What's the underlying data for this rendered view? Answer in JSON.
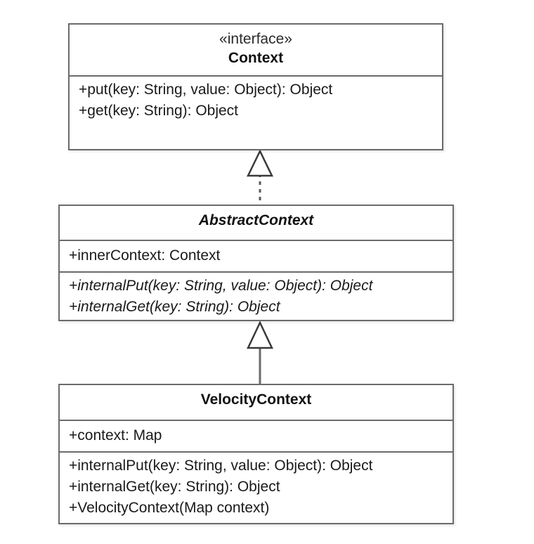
{
  "diagram": {
    "kind": "uml-class-diagram",
    "background_color": "#ffffff",
    "border_color": "#6b6b6b",
    "text_color": "#1a1a1a",
    "classes": [
      {
        "id": "Context",
        "stereotype": "«interface»",
        "name": "Context",
        "is_abstract": false,
        "attributes": [],
        "operations": [
          "+put(key: String, value: Object): Object",
          "+get(key: String): Object"
        ]
      },
      {
        "id": "AbstractContext",
        "stereotype": "",
        "name": "AbstractContext",
        "is_abstract": true,
        "attributes": [
          "+innerContext: Context"
        ],
        "operations": [
          "+internalPut(key: String, value: Object): Object",
          "+internalGet(key: String): Object"
        ]
      },
      {
        "id": "VelocityContext",
        "stereotype": "",
        "name": "VelocityContext",
        "is_abstract": false,
        "attributes": [
          "+context: Map"
        ],
        "operations": [
          "+internalPut(key: String, value: Object): Object",
          "+internalGet(key: String): Object",
          "+VelocityContext(Map context)"
        ]
      }
    ],
    "relationships": [
      {
        "id": "realization",
        "type": "realization",
        "line_style": "dashed",
        "arrowhead": "hollow-triangle",
        "from": "AbstractContext",
        "to": "Context"
      },
      {
        "id": "generalization",
        "type": "generalization",
        "line_style": "solid",
        "arrowhead": "hollow-triangle",
        "from": "VelocityContext",
        "to": "AbstractContext"
      }
    ]
  }
}
